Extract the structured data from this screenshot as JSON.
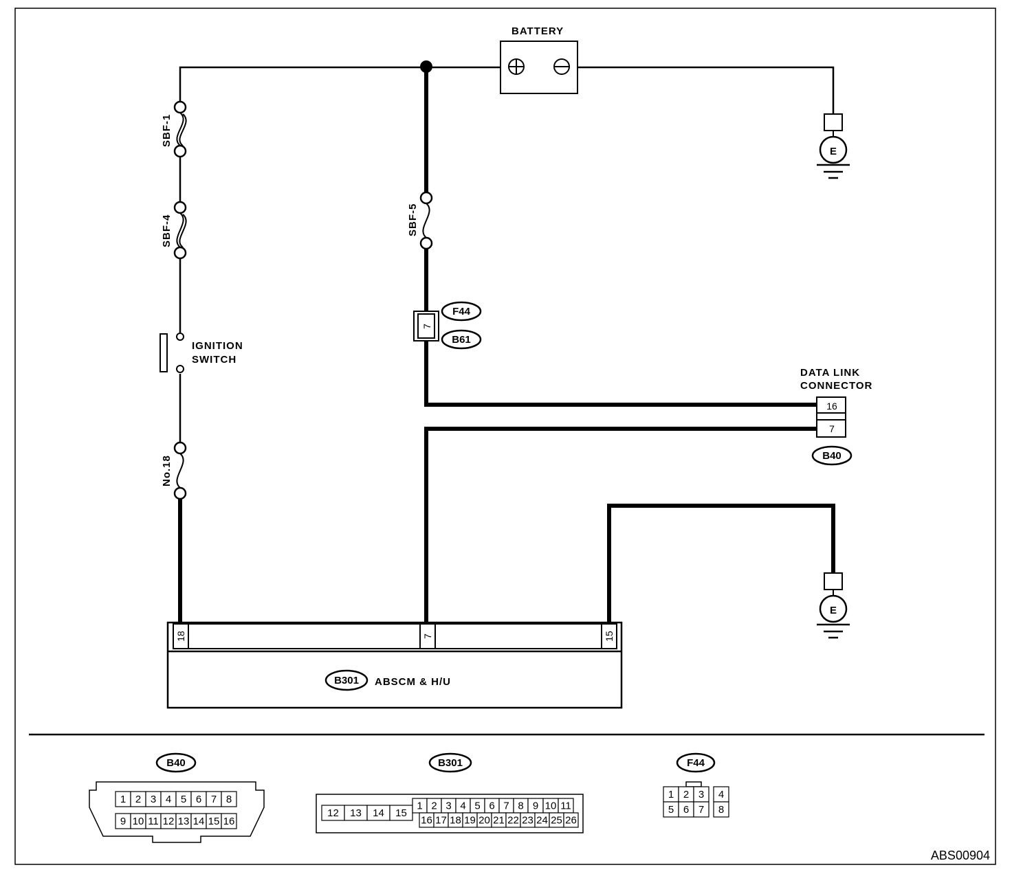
{
  "labels": {
    "battery": "BATTERY",
    "sbf1": "SBF-1",
    "sbf4": "SBF-4",
    "sbf5": "SBF-5",
    "fuse18": "No.18",
    "ignition_line1": "IGNITION",
    "ignition_line2": "SWITCH",
    "dlc_line1": "DATA LINK",
    "dlc_line2": "CONNECTOR",
    "ground_top": "E",
    "ground_bottom": "E",
    "abscm": "ABSCM & H/U",
    "diagram_code": "ABS00904"
  },
  "connectors": {
    "f44": "F44",
    "b61": "B61",
    "b40": "B40",
    "b301": "B301",
    "f44_b61_pin": "7",
    "dlc_pin_top": "16",
    "dlc_pin_bottom": "7",
    "abscm_pins": [
      "18",
      "7",
      "15"
    ]
  },
  "connector_views": {
    "b40": {
      "label": "B40",
      "row1": [
        "1",
        "2",
        "3",
        "4",
        "5",
        "6",
        "7",
        "8"
      ],
      "row2": [
        "9",
        "10",
        "11",
        "12",
        "13",
        "14",
        "15",
        "16"
      ]
    },
    "b301": {
      "label": "B301",
      "left": [
        "12",
        "13",
        "14",
        "15"
      ],
      "row1": [
        "1",
        "2",
        "3",
        "4",
        "5",
        "6",
        "7",
        "8",
        "9",
        "10",
        "11"
      ],
      "row2": [
        "16",
        "17",
        "18",
        "19",
        "20",
        "21",
        "22",
        "23",
        "24",
        "25",
        "26"
      ]
    },
    "f44": {
      "label": "F44",
      "row1": [
        "1",
        "2",
        "3",
        "4"
      ],
      "row2": [
        "5",
        "6",
        "7",
        "8"
      ]
    }
  },
  "colors": {
    "line": "#000000",
    "background": "#ffffff"
  }
}
